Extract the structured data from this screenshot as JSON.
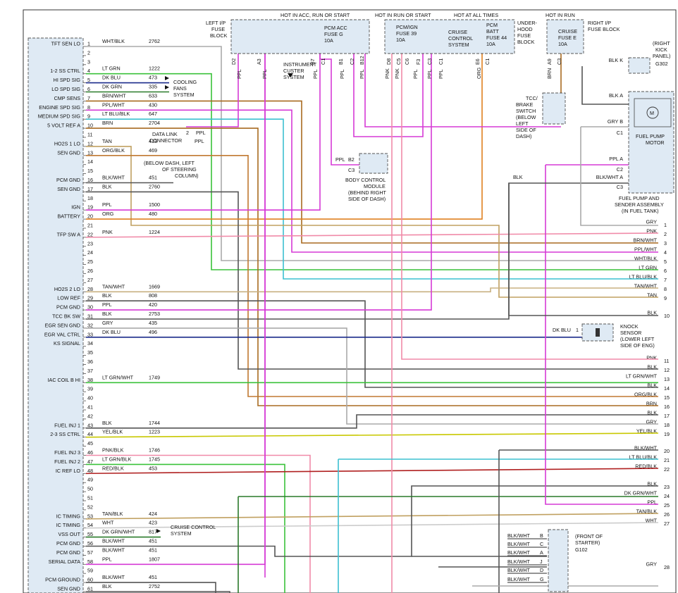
{
  "diagram": {
    "headers": {
      "hot_acc_run_start": "HOT IN ACC, RUN OR START",
      "hot_run_start": "HOT IN RUN OR START",
      "hot_all_times": "HOT AT ALL TIMES",
      "hot_run": "HOT IN RUN"
    },
    "fuse_blocks": {
      "left_ip": [
        "LEFT I/P",
        "FUSE",
        "BLOCK"
      ],
      "pcm_acc_fuse": [
        "PCM ACC",
        "FUSE G",
        "10A"
      ],
      "pcm_ign_fuse": [
        "PCM/IGN",
        "FUSE 39",
        "10A"
      ],
      "cruise_system": [
        "CRUISE",
        "CONTROL",
        "SYSTEM"
      ],
      "pcm_batt_fuse": [
        "PCM",
        "BATT",
        "FUSE 44",
        "10A"
      ],
      "underhood": [
        "UNDER-",
        "HOOD",
        "FUSE",
        "BLOCK"
      ],
      "cruise_fuse": [
        "CRUISE",
        "FUSE E",
        "10A"
      ],
      "right_ip": [
        "RIGHT I/P",
        "FUSE BLOCK"
      ]
    },
    "left_fuse_pins": [
      "D2",
      "A3",
      "B7",
      "C1"
    ],
    "underhood_pins": [
      "B1",
      "C2",
      "B12",
      "D8",
      "C5",
      "C6",
      "F3",
      "C3",
      "C1",
      "E6",
      "C1"
    ],
    "right_pins": [
      "A9",
      "C3"
    ],
    "wire_labels_top": [
      "PPL",
      "PPL",
      "PPL",
      "PPL",
      "PPL",
      "PNK",
      "PNK",
      "PPL",
      "PPL",
      "PPL",
      "ORG",
      "BRN"
    ],
    "cluster": [
      "INSTRUMENT",
      "CUSTER",
      "SYSTEM"
    ],
    "tcc_switch": [
      "TCC/",
      "BRAKE",
      "SWITCH",
      "(BELOW",
      "LEFT",
      "SIDE OF",
      "DASH)"
    ],
    "right_kick": [
      "(RIGHT",
      "KICK",
      "PANEL)",
      "G302"
    ],
    "fuel_pump": {
      "label": [
        "FUEL PUMP",
        "MOTOR"
      ],
      "assembly": [
        "FUEL PUMP AND",
        "SENDER ASSEMBLY",
        "(IN FUEL TANK)"
      ],
      "pins": [
        {
          "wire": "BLK",
          "pin": "K"
        },
        {
          "wire": "BLK",
          "pin": "A"
        },
        {
          "wire": "GRY",
          "pin": "B"
        },
        {
          "wire": "C1",
          "pin": ""
        },
        {
          "wire": "PPL",
          "pin": "A"
        },
        {
          "wire": "C2",
          "pin": ""
        },
        {
          "wire": "BLK/WHT",
          "pin": "A"
        },
        {
          "wire": "C3",
          "pin": ""
        }
      ]
    },
    "dlc": [
      "DATA LINK",
      "CONNECTOR"
    ],
    "dlc_note": [
      "(BELOW DASH, LEFT",
      "OF STEERING",
      "COLUMN)"
    ],
    "dlc_wires": [
      "2",
      "PPL",
      "PPL"
    ],
    "cooling": [
      "COOLING",
      "FANS",
      "SYSTEM"
    ],
    "bcm": [
      "BODY CONTROL",
      "MODULE",
      "(BEHIND RIGHT",
      "SIDE OF DASH)"
    ],
    "bcm_pins": [
      "PPL",
      "B2",
      "C3"
    ],
    "knock": [
      "KNOCK",
      "SENSOR",
      "(LOWER LEFT",
      "SIDE OF ENG)"
    ],
    "knock_pin": [
      "DK BLU",
      "1"
    ],
    "cruise_out": [
      "CRUISE CONTROL",
      "SYSTEM"
    ],
    "starter": [
      "(FRONT OF",
      "STARTER)",
      "G102"
    ],
    "blk_label": "BLK",
    "pcm_rows": [
      {
        "pin": "1",
        "func": "TFT SEN LO",
        "color": "WHT/BLK",
        "circuit": "2762"
      },
      {
        "pin": "2",
        "func": "",
        "color": "",
        "circuit": ""
      },
      {
        "pin": "3",
        "func": "",
        "color": "",
        "circuit": ""
      },
      {
        "pin": "4",
        "func": "1-2 SS CTRL",
        "color": "LT GRN",
        "circuit": "1222"
      },
      {
        "pin": "5",
        "func": "HI SPD SIG",
        "color": "DK BLU",
        "circuit": "473"
      },
      {
        "pin": "6",
        "func": "LO SPD SIG",
        "color": "DK GRN",
        "circuit": "335"
      },
      {
        "pin": "7",
        "func": "CMP SENS",
        "color": "BRN/WHT",
        "circuit": "633"
      },
      {
        "pin": "8",
        "func": "ENGINE SPD SIG",
        "color": "PPL/WHT",
        "circuit": "430"
      },
      {
        "pin": "9",
        "func": "MEDIUM SPD SIG",
        "color": "LT BLU/BLK",
        "circuit": "647"
      },
      {
        "pin": "10",
        "func": "5 VOLT REF A",
        "color": "BRN",
        "circuit": "2704"
      },
      {
        "pin": "11",
        "func": "",
        "color": "",
        "circuit": ""
      },
      {
        "pin": "12",
        "func": "HO2S 1 LO",
        "color": "TAN",
        "circuit": "413"
      },
      {
        "pin": "13",
        "func": "SEN GND",
        "color": "ORG/BLK",
        "circuit": "469"
      },
      {
        "pin": "14",
        "func": "",
        "color": "",
        "circuit": ""
      },
      {
        "pin": "15",
        "func": "",
        "color": "",
        "circuit": ""
      },
      {
        "pin": "16",
        "func": "PCM GND",
        "color": "BLK/WHT",
        "circuit": "451"
      },
      {
        "pin": "17",
        "func": "SEN GND",
        "color": "BLK",
        "circuit": "2760"
      },
      {
        "pin": "18",
        "func": "",
        "color": "",
        "circuit": ""
      },
      {
        "pin": "19",
        "func": "IGN",
        "color": "PPL",
        "circuit": "1500"
      },
      {
        "pin": "20",
        "func": "BATTERY",
        "color": "ORG",
        "circuit": "480"
      },
      {
        "pin": "21",
        "func": "",
        "color": "",
        "circuit": ""
      },
      {
        "pin": "22",
        "func": "TFP SW A",
        "color": "PNK",
        "circuit": "1224"
      },
      {
        "pin": "23",
        "func": "",
        "color": "",
        "circuit": ""
      },
      {
        "pin": "24",
        "func": "",
        "color": "",
        "circuit": ""
      },
      {
        "pin": "25",
        "func": "",
        "color": "",
        "circuit": ""
      },
      {
        "pin": "26",
        "func": "",
        "color": "",
        "circuit": ""
      },
      {
        "pin": "27",
        "func": "",
        "color": "",
        "circuit": ""
      },
      {
        "pin": "28",
        "func": "HO2S 2 LO",
        "color": "TAN/WHT",
        "circuit": "1669"
      },
      {
        "pin": "29",
        "func": "LOW REF",
        "color": "BLK",
        "circuit": "808"
      },
      {
        "pin": "30",
        "func": "PCM GND",
        "color": "PPL",
        "circuit": "420"
      },
      {
        "pin": "31",
        "func": "TCC BK SW",
        "color": "BLK",
        "circuit": "2753"
      },
      {
        "pin": "32",
        "func": "EGR SEN GND",
        "color": "GRY",
        "circuit": "435"
      },
      {
        "pin": "33",
        "func": "EGR VAL CTRL",
        "color": "DK BLU",
        "circuit": "496"
      },
      {
        "pin": "34",
        "func": "KS SIGNAL",
        "color": "",
        "circuit": ""
      },
      {
        "pin": "35",
        "func": "",
        "color": "",
        "circuit": ""
      },
      {
        "pin": "36",
        "func": "",
        "color": "",
        "circuit": ""
      },
      {
        "pin": "37",
        "func": "",
        "color": "",
        "circuit": ""
      },
      {
        "pin": "38",
        "func": "IAC COIL B HI",
        "color": "LT GRN/WHT",
        "circuit": "1749"
      },
      {
        "pin": "39",
        "func": "",
        "color": "",
        "circuit": ""
      },
      {
        "pin": "40",
        "func": "",
        "color": "",
        "circuit": ""
      },
      {
        "pin": "41",
        "func": "",
        "color": "",
        "circuit": ""
      },
      {
        "pin": "42",
        "func": "",
        "color": "",
        "circuit": ""
      },
      {
        "pin": "43",
        "func": "FUEL INJ 1",
        "color": "BLK",
        "circuit": "1744"
      },
      {
        "pin": "44",
        "func": "2-3 SS CTRL",
        "color": "YEL/BLK",
        "circuit": "1223"
      },
      {
        "pin": "45",
        "func": "",
        "color": "",
        "circuit": ""
      },
      {
        "pin": "46",
        "func": "FUEL INJ 3",
        "color": "PNK/BLK",
        "circuit": "1746"
      },
      {
        "pin": "47",
        "func": "FUEL INJ 2",
        "color": "LT GRN/BLK",
        "circuit": "1745"
      },
      {
        "pin": "48",
        "func": "IC REF LO",
        "color": "RED/BLK",
        "circuit": "453"
      },
      {
        "pin": "49",
        "func": "",
        "color": "",
        "circuit": ""
      },
      {
        "pin": "50",
        "func": "",
        "color": "",
        "circuit": ""
      },
      {
        "pin": "51",
        "func": "",
        "color": "",
        "circuit": ""
      },
      {
        "pin": "52",
        "func": "",
        "color": "",
        "circuit": ""
      },
      {
        "pin": "53",
        "func": "IC TIMING",
        "color": "TAN/BLK",
        "circuit": "424"
      },
      {
        "pin": "54",
        "func": "IC TIMING",
        "color": "WHT",
        "circuit": "423"
      },
      {
        "pin": "55",
        "func": "VSS OUT",
        "color": "DK GRN/WHT",
        "circuit": "817"
      },
      {
        "pin": "56",
        "func": "PCM GND",
        "color": "BLK/WHT",
        "circuit": "451"
      },
      {
        "pin": "57",
        "func": "PCM GND",
        "color": "BLK/WHT",
        "circuit": "451"
      },
      {
        "pin": "58",
        "func": "SERIAL DATA",
        "color": "PPL",
        "circuit": "1807"
      },
      {
        "pin": "59",
        "func": "",
        "color": "",
        "circuit": ""
      },
      {
        "pin": "60",
        "func": "PCM GROUND",
        "color": "BLK/WHT",
        "circuit": "451"
      },
      {
        "pin": "61",
        "func": "SEN GND",
        "color": "BLK",
        "circuit": "2752"
      }
    ],
    "right_rows": [
      {
        "color": "GRY",
        "num": "1"
      },
      {
        "color": "PNK",
        "num": "2"
      },
      {
        "color": "BRN/WHT",
        "num": "3"
      },
      {
        "color": "PPL/WHT",
        "num": "4"
      },
      {
        "color": "WHT/BLK",
        "num": "5"
      },
      {
        "color": "LT GRN",
        "num": "6"
      },
      {
        "color": "LT BLU/BLK",
        "num": "7"
      },
      {
        "color": "TAN/WHT",
        "num": "8"
      },
      {
        "color": "TAN",
        "num": "9"
      },
      {
        "color": "BLK",
        "num": "10"
      },
      {
        "color": "PNK",
        "num": "11"
      },
      {
        "color": "BLK",
        "num": "12"
      },
      {
        "color": "LT GRN/WHT",
        "num": "13"
      },
      {
        "color": "BLK",
        "num": "14"
      },
      {
        "color": "ORG/BLK",
        "num": "15"
      },
      {
        "color": "BRN",
        "num": "16"
      },
      {
        "color": "BLK",
        "num": "17"
      },
      {
        "color": "GRY",
        "num": "18"
      },
      {
        "color": "YEL/BLK",
        "num": "19"
      },
      {
        "color": "BLK/WHT",
        "num": "20"
      },
      {
        "color": "LT BLU/BLK",
        "num": "21"
      },
      {
        "color": "RED/BLK",
        "num": "22"
      },
      {
        "color": "BLK",
        "num": "23"
      },
      {
        "color": "DK GRN/WHT",
        "num": "24"
      },
      {
        "color": "PPL",
        "num": "25"
      },
      {
        "color": "TAN/BLK",
        "num": "26"
      },
      {
        "color": "WHT",
        "num": "27"
      },
      {
        "color": "GRY",
        "num": "28"
      }
    ],
    "starter_rows": [
      {
        "color": "BLK/WHT",
        "pin": "B"
      },
      {
        "color": "BLK/WHT",
        "pin": "C"
      },
      {
        "color": "BLK/WHT",
        "pin": "A"
      },
      {
        "color": "BLK/WHT",
        "pin": "J"
      },
      {
        "color": "BLK/WHT",
        "pin": "D"
      },
      {
        "color": "BLK/WHT",
        "pin": "G"
      }
    ],
    "wire_colors": {
      "ppl": "#d63ad6",
      "ppl_wht": "#d63ad6",
      "pnk": "#f08aa8",
      "pnk_blk": "#f08aa8",
      "grn": "#3ac23a",
      "ltgrnwht": "#3ac23a",
      "blu": "#1a2a8a",
      "ltblu": "#3cc0d0",
      "brn": "#a86a20",
      "orgblk": "#c07830",
      "tan": "#c0a060",
      "gry": "#aaaaaa",
      "blk": "#555555",
      "red": "#b02020",
      "yel": "#c8c800",
      "org": "#e08020",
      "dkgrn": "#2a7a2a",
      "tanwht": "#c8b080",
      "wht": "#cccccc"
    }
  }
}
